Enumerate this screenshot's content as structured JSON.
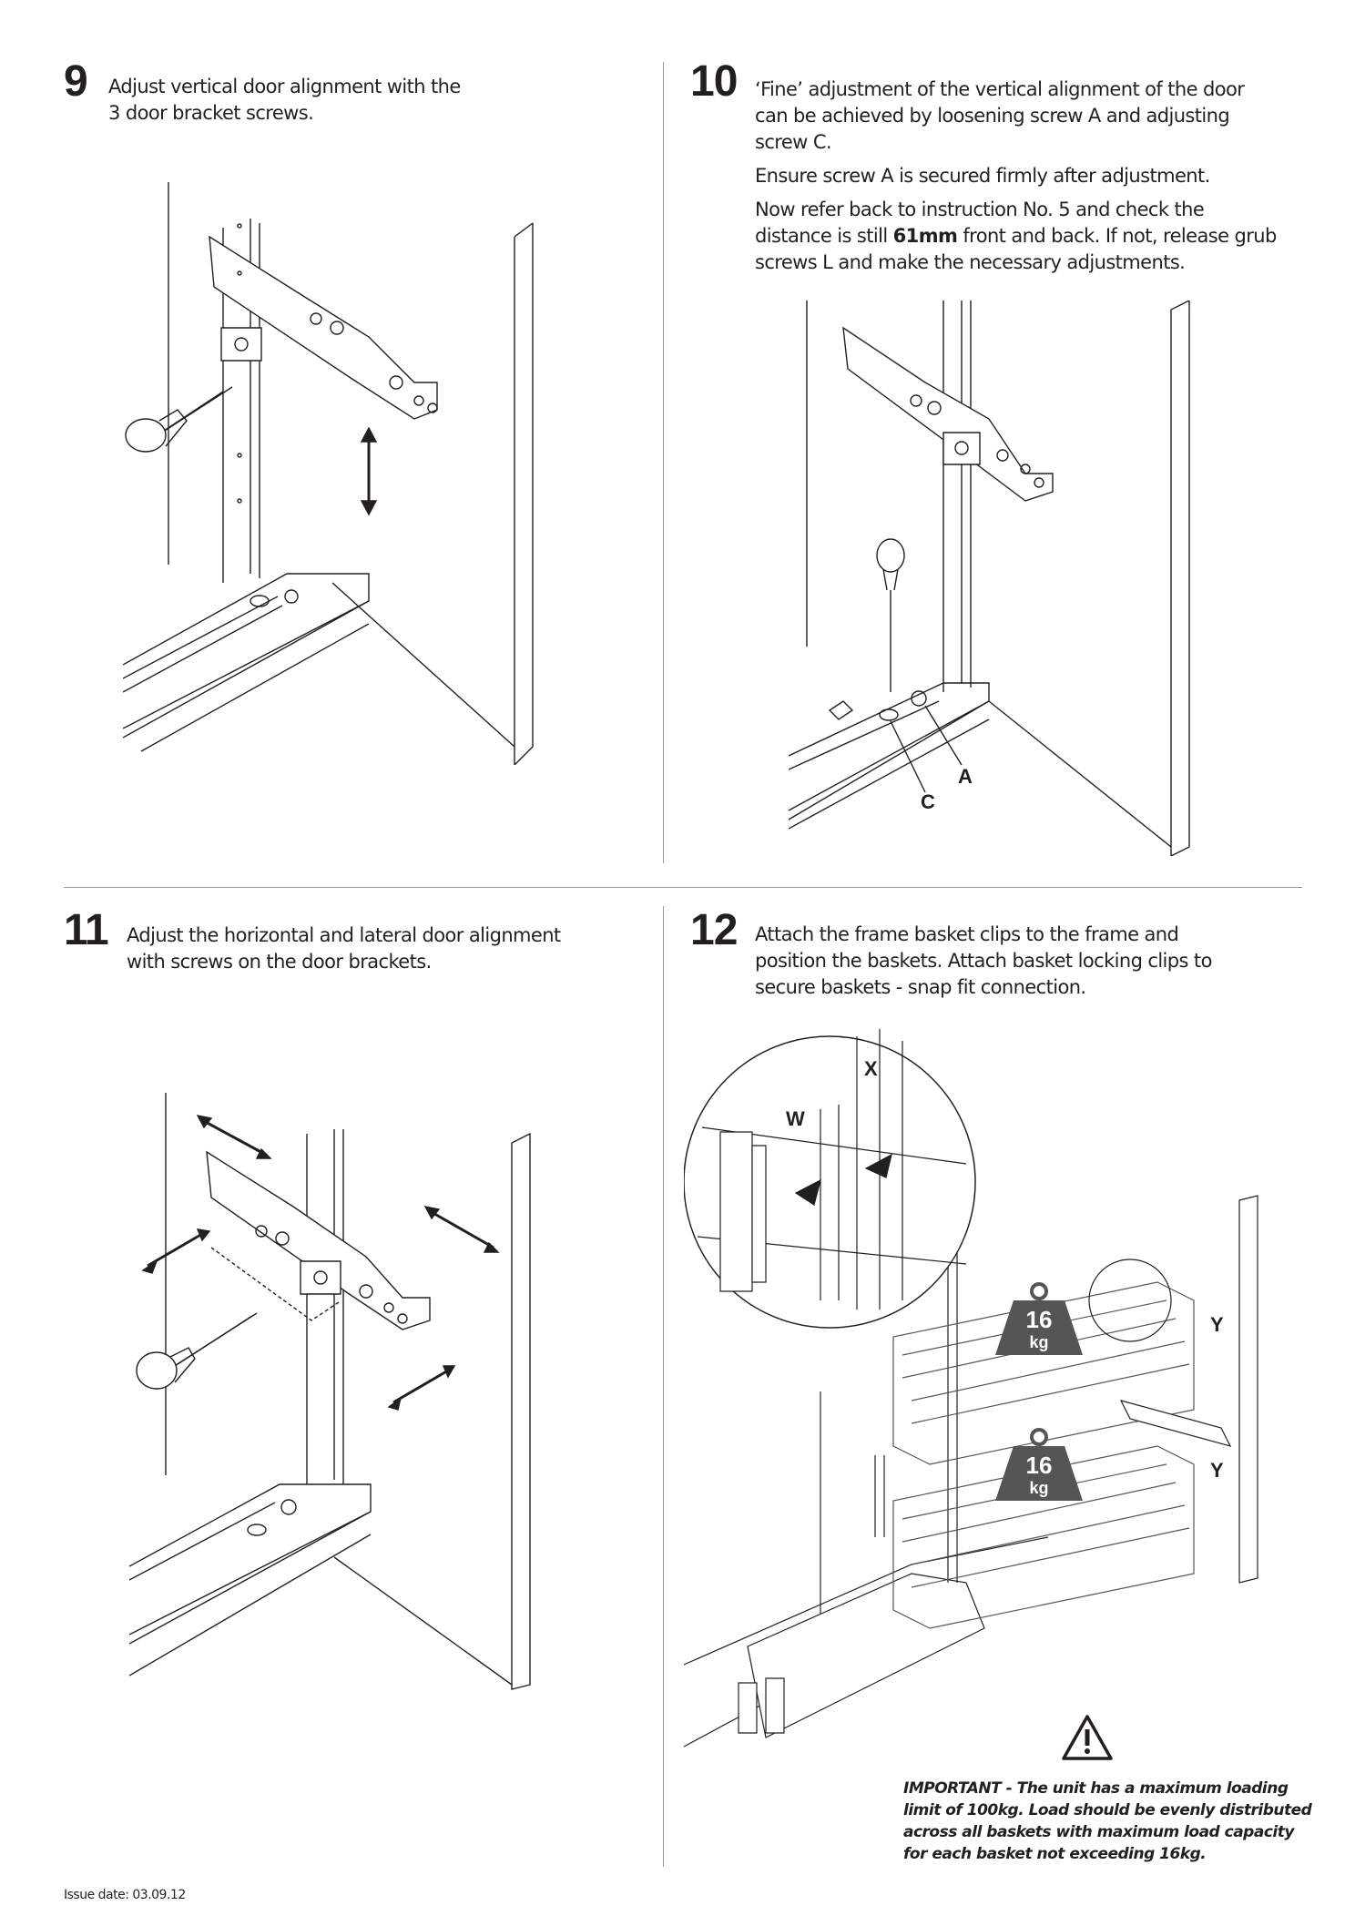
{
  "steps": [
    {
      "number": "9",
      "lines": [
        "Adjust vertical door alignment with the",
        "3 door bracket screws."
      ]
    },
    {
      "number": "10",
      "para1": [
        "‘Fine’ adjustment of the vertical alignment of the door",
        "can be achieved by loosening screw A and adjusting",
        "screw C."
      ],
      "para2": "Ensure screw A is secured firmly after adjustment.",
      "para3_line1": "Now refer back to instruction No. 5 and check the",
      "para3_pre": "distance is still ",
      "para3_bold": "61mm",
      "para3_post": " front and back. If not, release grub",
      "para3_line3": "screws L and make the necessary adjustments.",
      "labels": {
        "a": "A",
        "c": "C"
      }
    },
    {
      "number": "11",
      "lines": [
        "Adjust the horizontal  and lateral door alignment",
        "with screws on the door brackets."
      ]
    },
    {
      "number": "12",
      "lines": [
        "Attach the frame basket clips to the frame and",
        "position the baskets. Attach basket locking clips to",
        "secure baskets - snap fit connection."
      ],
      "labels": {
        "x": "X",
        "w": "W",
        "y1": "Y",
        "y2": "Y"
      },
      "weights": [
        {
          "value": "16",
          "unit": "kg"
        },
        {
          "value": "16",
          "unit": "kg"
        }
      ]
    }
  ],
  "warning": {
    "icon": "warning-triangle-icon",
    "text": [
      "IMPORTANT - The unit has a maximum loading",
      "limit of 100kg. Load should be evenly distributed",
      "across all baskets with maximum load capacity",
      "for each basket not exceeding 16kg."
    ]
  },
  "footer": {
    "issue_date": "Issue date:  03.09.12"
  }
}
